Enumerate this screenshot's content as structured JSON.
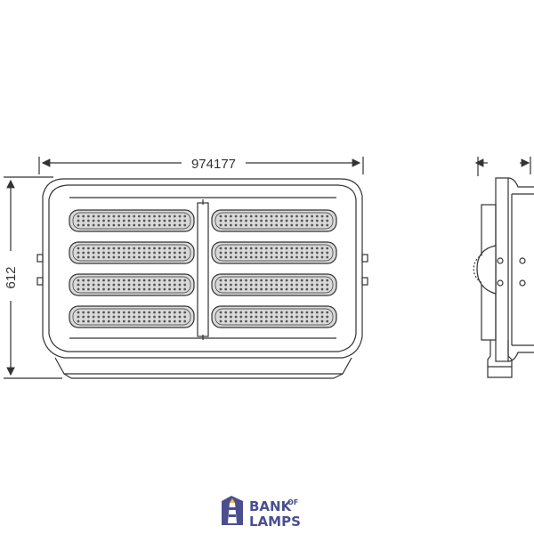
{
  "drawing": {
    "width_dimension_label": "974177",
    "height_dimension_label": "612",
    "modules_per_row": 2,
    "module_rows": 4
  },
  "brand": {
    "line1": "BANK",
    "superscript": "OF",
    "line2": "LAMPS",
    "logo_icon": "lighthouse-icon",
    "color": "#4b4f8f"
  },
  "colors": {
    "line": "#333333",
    "module_fill": "#d9d9d9",
    "led_dot": "#555555"
  }
}
